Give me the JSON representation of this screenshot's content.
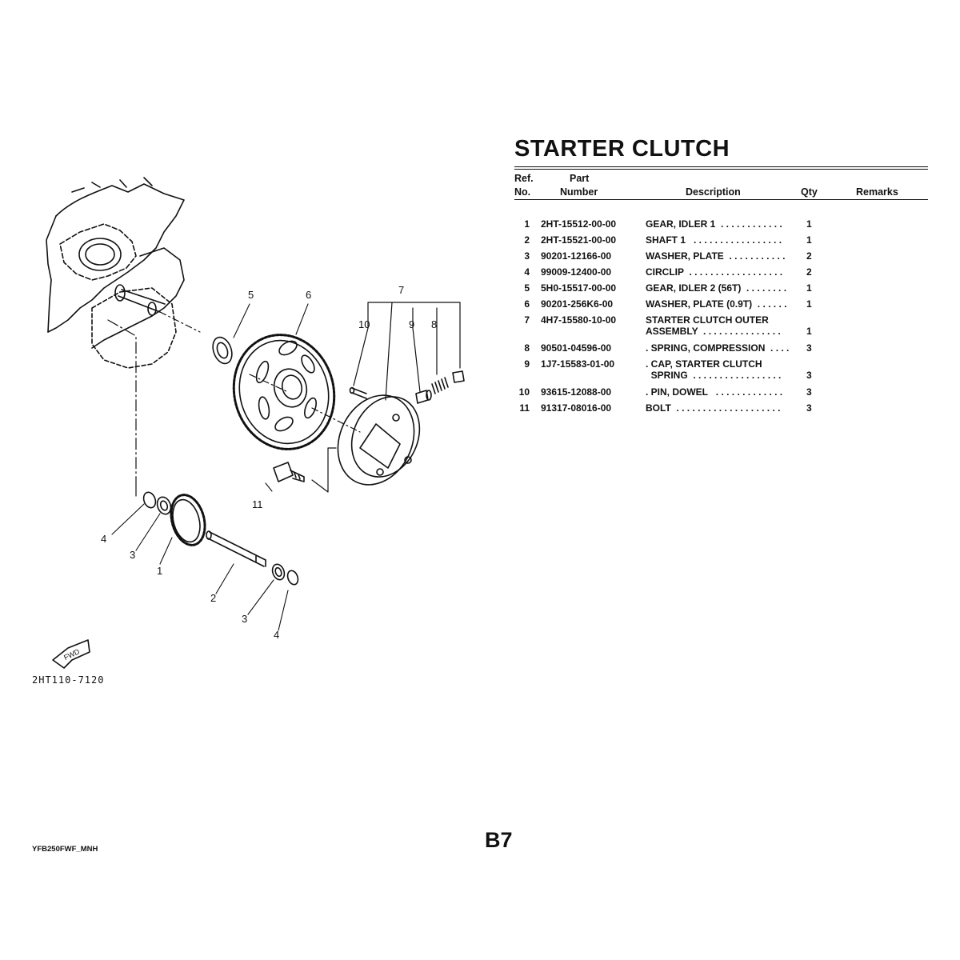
{
  "title": "STARTER CLUTCH",
  "header": {
    "ref_line1": "Ref.",
    "ref_line2": "No.",
    "part_line1": "Part",
    "part_line2": "Number",
    "description": "Description",
    "qty": "Qty",
    "remarks": "Remarks"
  },
  "parts": [
    {
      "ref": "1",
      "part": "2HT-15512-00-00",
      "desc": "GEAR, IDLER 1  . . . . . . . . . . . .",
      "qty": "1"
    },
    {
      "ref": "2",
      "part": "2HT-15521-00-00",
      "desc": "SHAFT 1   . . . . . . . . . . . . . . . . .",
      "qty": "1"
    },
    {
      "ref": "3",
      "part": "90201-12166-00",
      "desc": "WASHER, PLATE  . . . . . . . . . . .",
      "qty": "2"
    },
    {
      "ref": "4",
      "part": "99009-12400-00",
      "desc": "CIRCLIP  . . . . . . . . . . . . . . . . . .",
      "qty": "2"
    },
    {
      "ref": "5",
      "part": "5H0-15517-00-00",
      "desc": "GEAR, IDLER 2 (56T)  . . . . . . . .",
      "qty": "1"
    },
    {
      "ref": "6",
      "part": "90201-256K6-00",
      "desc": "WASHER, PLATE (0.9T)  . . . . . .",
      "qty": "1"
    },
    {
      "ref": "7",
      "part": "4H7-15580-10-00",
      "desc": "STARTER CLUTCH OUTER",
      "desc2": "ASSEMBLY  . . . . . . . . . . . . . . .",
      "qty": "1"
    },
    {
      "ref": "8",
      "part": "90501-04596-00",
      "desc": ". SPRING, COMPRESSION  . . . .",
      "qty": "3"
    },
    {
      "ref": "9",
      "part": "1J7-15583-01-00",
      "desc": ". CAP, STARTER CLUTCH",
      "desc2": "  SPRING  . . . . . . . . . . . . . . . . .",
      "qty": "3"
    },
    {
      "ref": "10",
      "part": "93615-12088-00",
      "desc": ". PIN, DOWEL   . . . . . . . . . . . . .",
      "qty": "3"
    },
    {
      "ref": "11",
      "part": "91317-08016-00",
      "desc": "BOLT  . . . . . . . . . . . . . . . . . . . .",
      "qty": "3"
    }
  ],
  "diagram": {
    "callouts": [
      "1",
      "2",
      "3",
      "3",
      "4",
      "4",
      "5",
      "6",
      "7",
      "8",
      "9",
      "10",
      "11"
    ],
    "fwd_label": "FWD",
    "code": "2HT110-7120"
  },
  "page_number": "B7",
  "footer_code": "YFB250FWF_MNH"
}
